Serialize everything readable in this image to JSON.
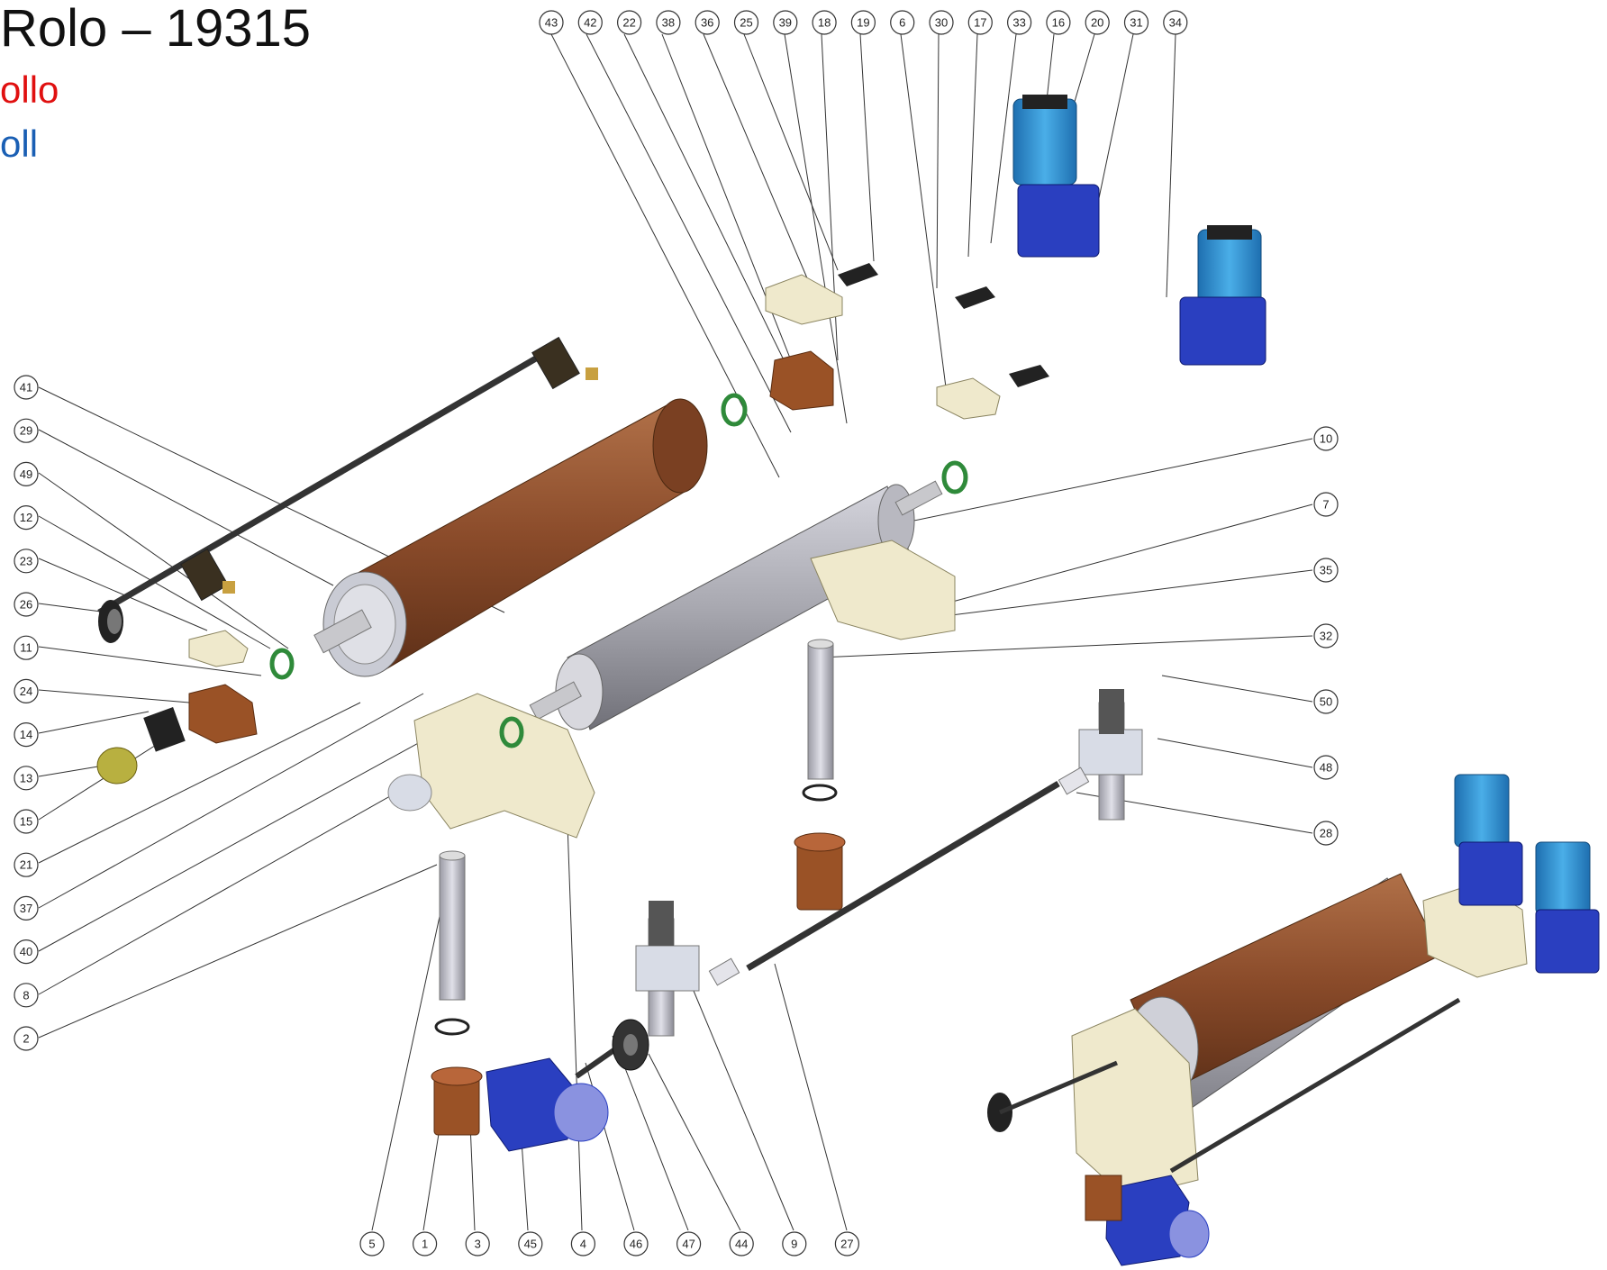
{
  "title": {
    "main": "Rolo – 19315",
    "line2": "ollo",
    "line3": "oll"
  },
  "colors": {
    "title_red": "#e01010",
    "title_blue": "#1a5fb4",
    "roller_brown": "#8a4b2a",
    "roller_grey": "#a8a8b0",
    "bracket_cream": "#efe9cc",
    "bushing_brown": "#9a5226",
    "motor_blue": "#2e8fd0",
    "gearbox_blue": "#2a3fc0"
  },
  "balloons": {
    "top": [
      "43",
      "42",
      "22",
      "38",
      "36",
      "25",
      "39",
      "18",
      "19",
      "6",
      "30",
      "17",
      "33",
      "16",
      "20",
      "31",
      "34"
    ],
    "left": [
      "41",
      "29",
      "49",
      "12",
      "23",
      "26",
      "11",
      "24",
      "14",
      "13",
      "15",
      "21",
      "37",
      "40",
      "8",
      "2"
    ],
    "right": [
      "10",
      "7",
      "35",
      "32",
      "50",
      "48",
      "28"
    ],
    "bottom": [
      "5",
      "1",
      "3",
      "45",
      "4",
      "46",
      "47",
      "44",
      "9",
      "27"
    ]
  },
  "icons": [
    "motor-icon",
    "gearbox-icon",
    "roller-icon",
    "bracket-icon",
    "bushing-icon",
    "shaft-icon",
    "jack-icon"
  ]
}
